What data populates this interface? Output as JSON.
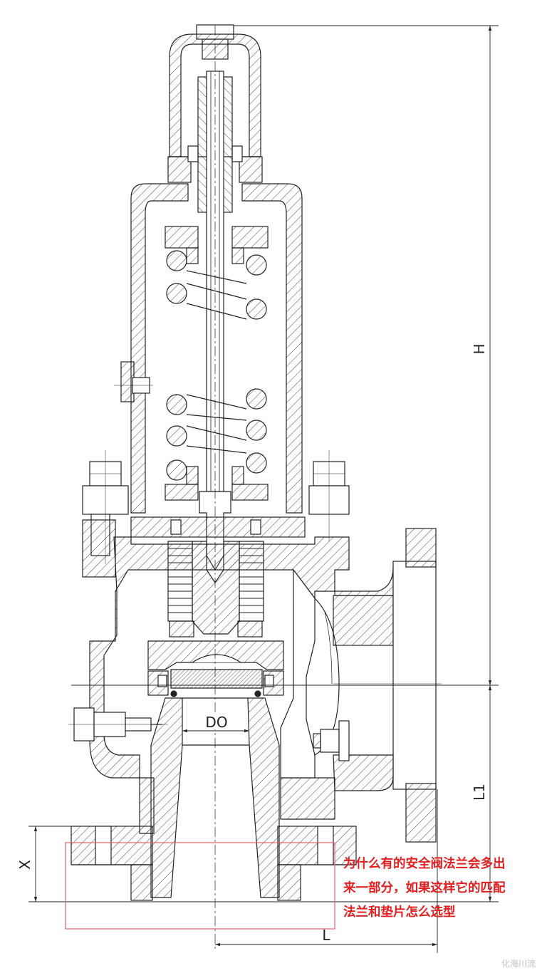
{
  "dimensions": {
    "height_label": "H",
    "bore_label": "DO",
    "lower_height_label": "L1",
    "flange_extra_label": "X",
    "length_label": "L"
  },
  "annotation": {
    "lines": [
      "为什么有的安全阀法兰会多出",
      "来一部分，如果这样它的匹配",
      "法兰和垫片怎么选型"
    ]
  },
  "watermark": "化海川流",
  "colors": {
    "outline": "#222222",
    "annotation": "#e02020",
    "highlight_box": "#e0606a"
  }
}
